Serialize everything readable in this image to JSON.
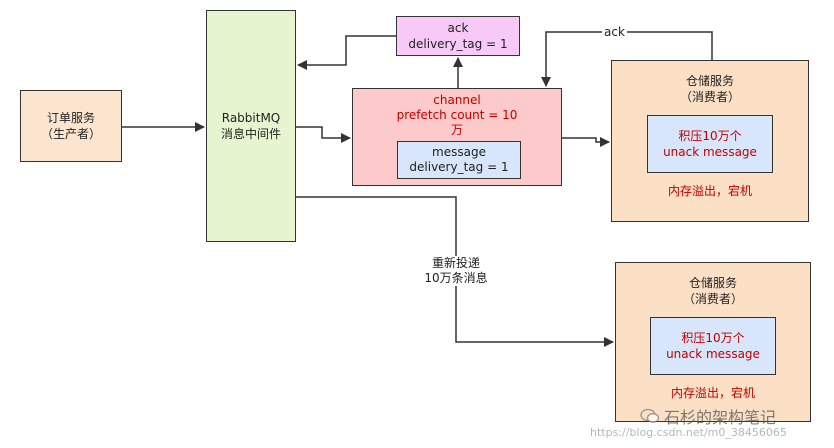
{
  "order_service": {
    "line1": "订单服务",
    "line2": "（生产者）"
  },
  "rabbitmq": {
    "line1": "RabbitMQ",
    "line2": "消息中间件"
  },
  "ack_box": {
    "line1": "ack",
    "line2": "delivery_tag = 1"
  },
  "channel": {
    "line1": "channel",
    "line2": "prefetch count = 10",
    "line3": "万"
  },
  "message_box": {
    "line1": "message",
    "line2": "delivery_tag = 1"
  },
  "warehouse_top": {
    "title1": "仓储服务",
    "title2": "（消费者）",
    "inner_line1": "积压10万个",
    "inner_line2": "unack message",
    "status": "内存溢出，宕机"
  },
  "warehouse_bottom": {
    "title1": "仓储服务",
    "title2": "（消费者）",
    "inner_line1": "积压10万个",
    "inner_line2": "unack message",
    "status": "内存溢出，宕机"
  },
  "edge_labels": {
    "ack_top": "ack",
    "redeliver1": "重新投递",
    "redeliver2": "10万条消息"
  },
  "watermark": {
    "text": "石杉的架构笔记",
    "url": "https://blog.csdn.net/m0_38456065"
  },
  "colors": {
    "producer": "#fbe5cf",
    "mq": "#e6f5cf",
    "ack": "#f6c9f6",
    "channel": "#fccaca",
    "message": "#d8e6fb",
    "consumer": "#fbe0c6",
    "alert": "#c00000"
  }
}
